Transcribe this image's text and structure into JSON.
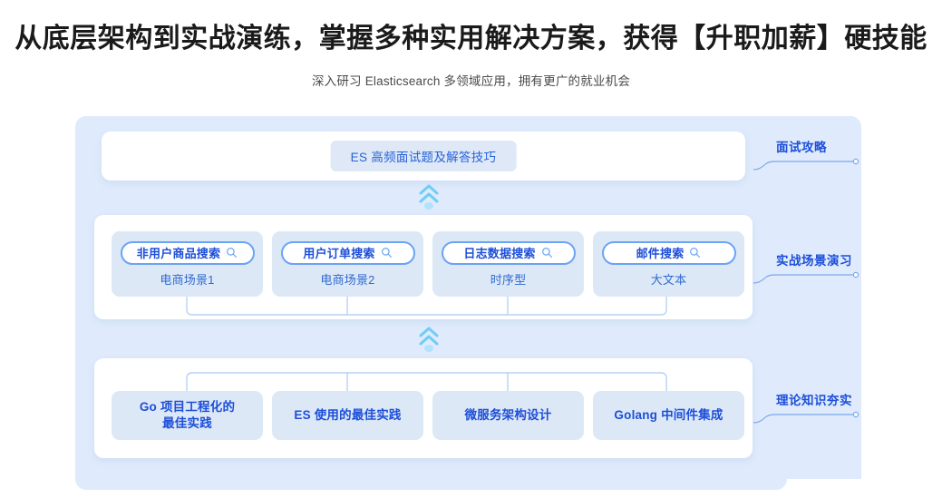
{
  "header": {
    "title": "从底层架构到实战演练，掌握多种实用解决方案，获得【升职加薪】硬技能",
    "subtitle": "深入研习 Elasticsearch 多领域应用，拥有更广的就业机会"
  },
  "colors": {
    "panel_bg": "#dfebfc",
    "card_bg": "#ffffff",
    "tile_bg": "#dde8f7",
    "accent_blue": "#1d4fd8",
    "pill_border": "#6aa4f5",
    "connector_line": "#a9c9f2",
    "chevron": "#5cc6f5",
    "title_color": "#1a1a1a"
  },
  "diagram": {
    "top_card": {
      "pill_label": "ES 高频面试题及解答技巧"
    },
    "middle_card": {
      "items": [
        {
          "search_label": "非用户商品搜索",
          "sub_label": "电商场景1",
          "icon": "search-icon"
        },
        {
          "search_label": "用户订单搜索",
          "sub_label": "电商场景2",
          "icon": "search-icon"
        },
        {
          "search_label": "日志数据搜索",
          "sub_label": "时序型",
          "icon": "search-icon"
        },
        {
          "search_label": "邮件搜索",
          "sub_label": "大文本",
          "icon": "search-icon"
        }
      ]
    },
    "bottom_card": {
      "items": [
        {
          "label": "Go 项目工程化的\n最佳实践"
        },
        {
          "label": "ES 使用的最佳实践"
        },
        {
          "label": "微服务架构设计"
        },
        {
          "label": "Golang 中间件集成"
        }
      ]
    },
    "stages": [
      {
        "label": "面试攻略"
      },
      {
        "label": "实战场景演习"
      },
      {
        "label": "理论知识夯实"
      }
    ],
    "arrows": [
      {
        "icon": "double-chevron-up-icon"
      },
      {
        "icon": "double-chevron-up-icon"
      }
    ]
  }
}
